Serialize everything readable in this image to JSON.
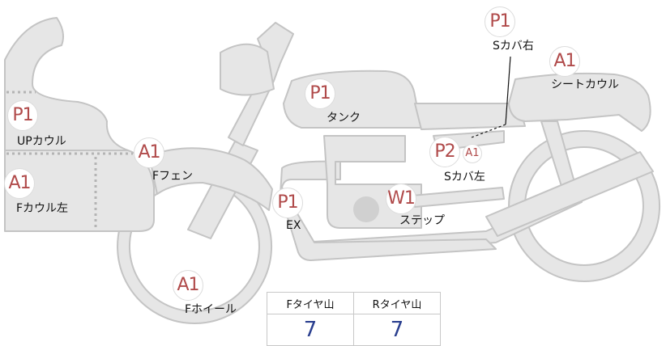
{
  "parts": [
    {
      "id": "upcowl",
      "grade": "P1",
      "label": "UPカウル"
    },
    {
      "id": "fcowl-left",
      "grade": "A1",
      "label": "Fカウル左"
    },
    {
      "id": "ffender",
      "grade": "A1",
      "label": "Fフェン"
    },
    {
      "id": "fwheel",
      "grade": "A1",
      "label": "Fホイール"
    },
    {
      "id": "tank",
      "grade": "P1",
      "label": "タンク"
    },
    {
      "id": "ex",
      "grade": "P1",
      "label": "EX"
    },
    {
      "id": "step",
      "grade": "W1",
      "label": "ステップ"
    },
    {
      "id": "scover-left",
      "grade": "P2",
      "grade2": "A1",
      "label": "Sカバ左"
    },
    {
      "id": "scover-right",
      "grade": "P1",
      "label": "Sカバ右"
    },
    {
      "id": "seatcowl",
      "grade": "A1",
      "label": "シートカウル"
    }
  ],
  "tire": {
    "front_header": "Fタイヤ山",
    "rear_header": "Rタイヤ山",
    "front_value": "7",
    "rear_value": "7"
  },
  "colors": {
    "grade_text": "#b04a4a",
    "value_text": "#2a3f8f",
    "bike_fill": "#e6e6e6",
    "bike_stroke": "#c4c4c4"
  }
}
